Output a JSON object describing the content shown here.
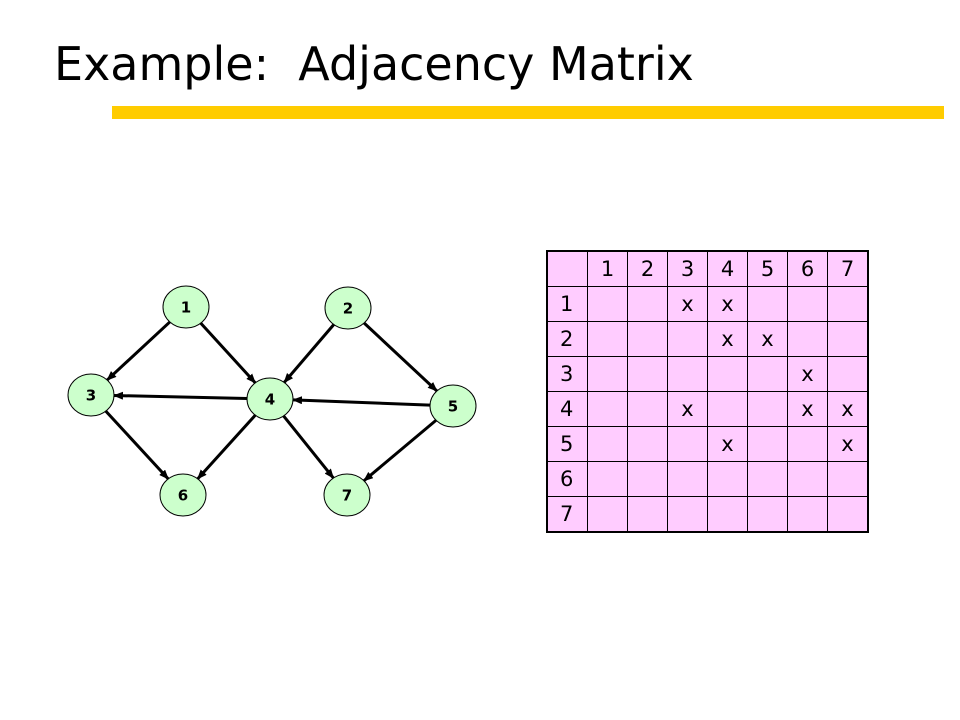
{
  "title": "Example:  Adjacency Matrix",
  "colors": {
    "accent_bar": "#FFCC00",
    "node_fill": "#CCFFCC",
    "node_stroke": "#000000",
    "edge": "#000000",
    "matrix_fill": "#FFCCFF",
    "matrix_line": "#000000"
  },
  "graph": {
    "nodes": [
      {
        "id": "1",
        "label": "1"
      },
      {
        "id": "2",
        "label": "2"
      },
      {
        "id": "3",
        "label": "3"
      },
      {
        "id": "4",
        "label": "4"
      },
      {
        "id": "5",
        "label": "5"
      },
      {
        "id": "6",
        "label": "6"
      },
      {
        "id": "7",
        "label": "7"
      }
    ],
    "edges": [
      {
        "from": "1",
        "to": "3"
      },
      {
        "from": "1",
        "to": "4"
      },
      {
        "from": "2",
        "to": "4"
      },
      {
        "from": "2",
        "to": "5"
      },
      {
        "from": "4",
        "to": "3"
      },
      {
        "from": "5",
        "to": "4"
      },
      {
        "from": "3",
        "to": "6"
      },
      {
        "from": "4",
        "to": "6"
      },
      {
        "from": "4",
        "to": "7"
      },
      {
        "from": "5",
        "to": "7"
      }
    ]
  },
  "matrix": {
    "column_headers": [
      "1",
      "2",
      "3",
      "4",
      "5",
      "6",
      "7"
    ],
    "rows": [
      {
        "label": "1",
        "cells": [
          "",
          "",
          "x",
          "x",
          "",
          "",
          ""
        ]
      },
      {
        "label": "2",
        "cells": [
          "",
          "",
          "",
          "x",
          "x",
          "",
          ""
        ]
      },
      {
        "label": "3",
        "cells": [
          "",
          "",
          "",
          "",
          "",
          "x",
          ""
        ]
      },
      {
        "label": "4",
        "cells": [
          "",
          "",
          "x",
          "",
          "",
          "x",
          "x"
        ]
      },
      {
        "label": "5",
        "cells": [
          "",
          "",
          "",
          "x",
          "",
          "",
          "x"
        ]
      },
      {
        "label": "6",
        "cells": [
          "",
          "",
          "",
          "",
          "",
          "",
          ""
        ]
      },
      {
        "label": "7",
        "cells": [
          "",
          "",
          "",
          "",
          "",
          "",
          ""
        ]
      }
    ]
  }
}
